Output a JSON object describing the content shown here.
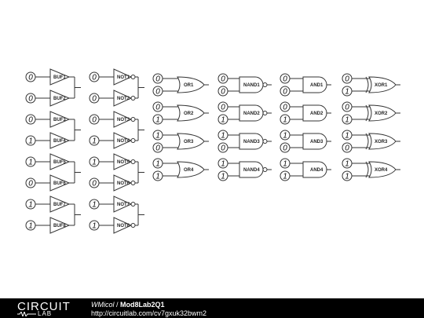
{
  "footer": {
    "logo_top": "CIRCUIT",
    "logo_bottom": "LAB",
    "author": "WMicol",
    "separator": "/",
    "title": "Mod8Lab2Q1",
    "url": "http://circuitlab.com/cv7gxuk32bwm2"
  },
  "buffers": {
    "gates": [
      {
        "label": "BUF1",
        "input": "0"
      },
      {
        "label": "BUF2",
        "input": "0"
      },
      {
        "label": "BUF3",
        "input": "0"
      },
      {
        "label": "BUF4",
        "input": "1"
      },
      {
        "label": "BUF5",
        "input": "1"
      },
      {
        "label": "BUF6",
        "input": "0"
      },
      {
        "label": "BUF7",
        "input": "1"
      },
      {
        "label": "BUF8",
        "input": "1"
      }
    ]
  },
  "nots": {
    "gates": [
      {
        "label": "NOT1",
        "input": "0"
      },
      {
        "label": "NOT2",
        "input": "0"
      },
      {
        "label": "NOT3",
        "input": "0"
      },
      {
        "label": "NOT4",
        "input": "1"
      },
      {
        "label": "NOT5",
        "input": "1"
      },
      {
        "label": "NOT6",
        "input": "0"
      },
      {
        "label": "NOT7",
        "input": "1"
      },
      {
        "label": "NOT8",
        "input": "1"
      }
    ]
  },
  "ors": {
    "gates": [
      {
        "label": "OR1",
        "inputs": [
          "0",
          "0"
        ]
      },
      {
        "label": "OR2",
        "inputs": [
          "0",
          "1"
        ]
      },
      {
        "label": "OR3",
        "inputs": [
          "1",
          "0"
        ]
      },
      {
        "label": "OR4",
        "inputs": [
          "1",
          "1"
        ]
      }
    ]
  },
  "nands": {
    "gates": [
      {
        "label": "NAND1",
        "inputs": [
          "0",
          "0"
        ]
      },
      {
        "label": "NAND2",
        "inputs": [
          "0",
          "1"
        ]
      },
      {
        "label": "NAND3",
        "inputs": [
          "1",
          "0"
        ]
      },
      {
        "label": "NAND4",
        "inputs": [
          "1",
          "1"
        ]
      }
    ]
  },
  "ands": {
    "gates": [
      {
        "label": "AND1",
        "inputs": [
          "0",
          "0"
        ]
      },
      {
        "label": "AND2",
        "inputs": [
          "0",
          "1"
        ]
      },
      {
        "label": "AND3",
        "inputs": [
          "1",
          "0"
        ]
      },
      {
        "label": "AND4",
        "inputs": [
          "1",
          "1"
        ]
      }
    ]
  },
  "xors": {
    "gates": [
      {
        "label": "XOR1",
        "inputs": [
          "0",
          "1"
        ]
      },
      {
        "label": "XOR2",
        "inputs": [
          "0",
          "1"
        ]
      },
      {
        "label": "XOR3",
        "inputs": [
          "1",
          "0"
        ]
      },
      {
        "label": "XOR4",
        "inputs": [
          "1",
          "1"
        ]
      }
    ]
  }
}
